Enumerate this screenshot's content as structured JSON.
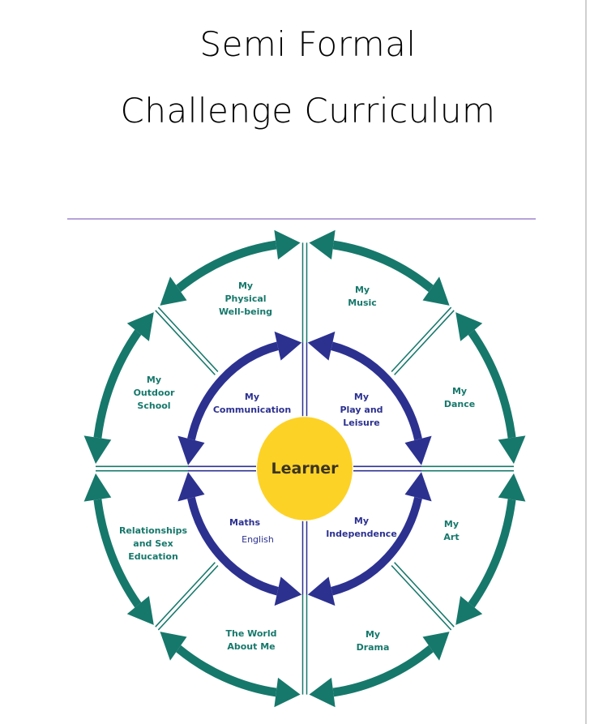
{
  "title": {
    "line1": "Semi Formal",
    "line2": "Challenge Curriculum"
  },
  "colors": {
    "teal": "#16786b",
    "blue": "#2c3190",
    "learner": "#fdd226",
    "rule": "#b7a3d9"
  },
  "diagram": {
    "center": "Learner",
    "inner": [
      {
        "lines": [
          "My",
          "Communication"
        ]
      },
      {
        "lines": [
          "My",
          "Play and",
          "Leisure"
        ]
      },
      {
        "lines": [
          "My",
          "Independence"
        ]
      },
      {
        "lines": [
          "Maths"
        ],
        "extra": "English"
      }
    ],
    "outer": [
      {
        "lines": [
          "My",
          "Physical",
          "Well-being"
        ]
      },
      {
        "lines": [
          "My",
          "Music"
        ]
      },
      {
        "lines": [
          "My",
          "Outdoor",
          "School"
        ]
      },
      {
        "lines": [
          "My",
          "Dance"
        ]
      },
      {
        "lines": [
          "Relationships",
          "and Sex",
          "Education"
        ]
      },
      {
        "lines": [
          "My",
          "Art"
        ]
      },
      {
        "lines": [
          "The World",
          "About Me"
        ]
      },
      {
        "lines": [
          "My",
          "Drama"
        ]
      }
    ]
  }
}
